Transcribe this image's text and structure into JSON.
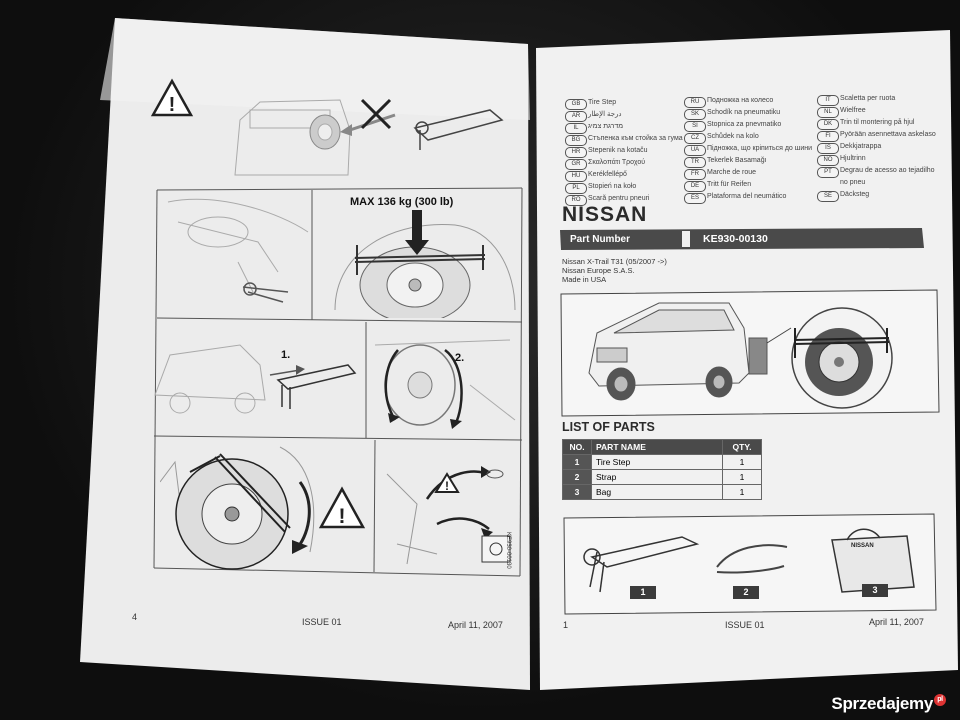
{
  "left_page": {
    "max_load": "MAX 136 kg (300 lb)",
    "step1": "1.",
    "step2": "2.",
    "page_number": "4",
    "issue": "ISSUE 01",
    "date": "April 11, 2007",
    "side_code": "KE930-00130"
  },
  "right_page": {
    "brand": "NISSAN",
    "part_number_label": "Part Number",
    "part_number_value": "KE930-00130",
    "vehicle_line": "Nissan X-Trail T31 (05/2007 ->)",
    "company_line": "Nissan Europe S.A.S.",
    "made_in_line": "Made in USA",
    "languages_col1": [
      {
        "code": "GB",
        "name": "Tire Step"
      },
      {
        "code": "AR",
        "name": "درجة الإطار"
      },
      {
        "code": "IL",
        "name": "מדרגת צמיג"
      },
      {
        "code": "BG",
        "name": "Стъпенка към стойка за гума"
      },
      {
        "code": "HR",
        "name": "Stepenik na kotaču"
      },
      {
        "code": "GR",
        "name": "Σκαλοπάτι Τροχού"
      },
      {
        "code": "HU",
        "name": "Kerékfellépő"
      },
      {
        "code": "PL",
        "name": "Stopień na koło"
      },
      {
        "code": "RO",
        "name": "Scară pentru pneuri"
      }
    ],
    "languages_col2": [
      {
        "code": "RU",
        "name": "Подножка на колесо"
      },
      {
        "code": "SK",
        "name": "Schodík na pneumatiku"
      },
      {
        "code": "SI",
        "name": "Stopnica za pnevmatiko"
      },
      {
        "code": "CZ",
        "name": "Schůdek na kolo"
      },
      {
        "code": "UA",
        "name": "Підножка, що кріпиться до шини"
      },
      {
        "code": "TR",
        "name": "Tekerlek Basamağı"
      },
      {
        "code": "FR",
        "name": "Marche de roue"
      },
      {
        "code": "DE",
        "name": "Tritt für Reifen"
      },
      {
        "code": "ES",
        "name": "Plataforma del neumático"
      }
    ],
    "languages_col3": [
      {
        "code": "IT",
        "name": "Scaletta per ruota"
      },
      {
        "code": "NL",
        "name": "Wielfree"
      },
      {
        "code": "DK",
        "name": "Trin til montering på hjul"
      },
      {
        "code": "FI",
        "name": "Pyörään asennettava askelaso"
      },
      {
        "code": "IS",
        "name": "Dekkjatrappa"
      },
      {
        "code": "NO",
        "name": "Hjultrinn"
      },
      {
        "code": "PT",
        "name": "Degrau de acesso ao tejadilho"
      },
      {
        "code": "",
        "name": "no pneu"
      },
      {
        "code": "SE",
        "name": "Däcksteg"
      }
    ],
    "list_title": "LIST OF PARTS",
    "table_headers": {
      "no": "NO.",
      "name": "PART NAME",
      "qty": "QTY."
    },
    "parts": [
      {
        "no": "1",
        "name": "Tire Step",
        "qty": "1"
      },
      {
        "no": "2",
        "name": "Strap",
        "qty": "1"
      },
      {
        "no": "3",
        "name": "Bag",
        "qty": "1"
      }
    ],
    "bag_label": "NISSAN",
    "page_number": "1",
    "issue": "ISSUE 01",
    "date": "April 11, 2007"
  },
  "watermark": {
    "text": "Sprzedajemy",
    "suffix": "pl"
  },
  "colors": {
    "paper": "#f1f1f1",
    "ink": "#333333",
    "header_bar": "#4a4a4a",
    "background": "#141414"
  }
}
